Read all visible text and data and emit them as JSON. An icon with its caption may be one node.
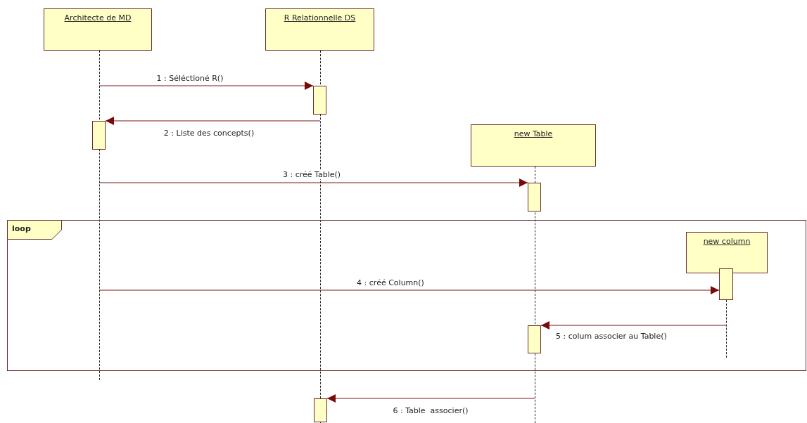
{
  "diagram": {
    "nodes": [
      {
        "text": [
          "Architecte de MD"
        ]
      },
      {
        "text": [],
        "shape": "line"
      },
      {
        "text": [
          "R Relationnelle DS"
        ]
      },
      {
        "text": [],
        "shape": "line"
      },
      {
        "text": [],
        "shape": "bar"
      },
      {
        "text": [],
        "shape": "bar"
      },
      {
        "text": [
          "new Table"
        ]
      },
      {
        "text": [],
        "shape": "line"
      },
      {
        "text": [],
        "shape": "bar"
      },
      {
        "text": [
          "loop"
        ]
      },
      {
        "text": [
          "new column"
        ],
        "in": 9
      },
      {
        "text": [],
        "shape": "line",
        "in": 9
      },
      {
        "text": [],
        "shape": "bar",
        "in": 9
      },
      {
        "text": [],
        "shape": "bar",
        "in": 9
      },
      {
        "text": [],
        "shape": "bar"
      }
    ],
    "edges": [
      {
        "from": 1,
        "to": 4,
        "arrow": "to",
        "label": "1 : Séléctioné R()"
      },
      {
        "from": 3,
        "to": 5,
        "arrow": "to",
        "label": "2 : Liste des concepts()"
      },
      {
        "from": 1,
        "to": 8,
        "arrow": "to",
        "label": "3 : créé Table()"
      },
      {
        "from": 1,
        "to": 12,
        "arrow": "to",
        "label": "4 : créé Column()"
      },
      {
        "from": 11,
        "to": 13,
        "arrow": "to",
        "label": "5 : colum associer au Table()"
      },
      {
        "from": 7,
        "to": 14,
        "arrow": "to",
        "label": "6 : Table  associer()"
      }
    ]
  }
}
